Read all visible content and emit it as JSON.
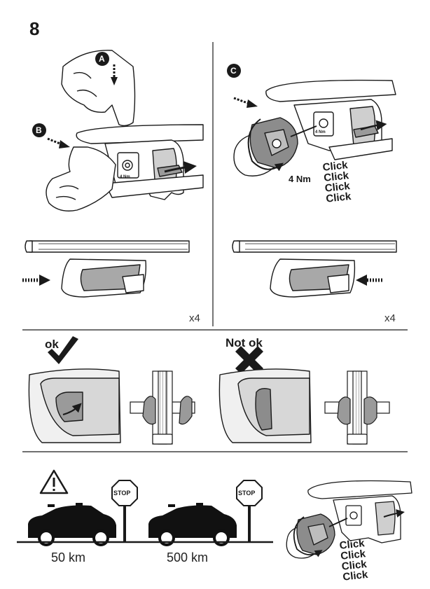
{
  "step_number": "8",
  "labels": {
    "a": "A",
    "b": "B",
    "c": "C"
  },
  "quantity_left": "x4",
  "quantity_right": "x4",
  "torque_label": "4 Nm",
  "bracket_torque_mark": "4 Nm",
  "click_words_top": [
    "Click",
    "Click",
    "Click",
    "Click"
  ],
  "click_words_bottom": [
    "Click",
    "Click",
    "Click",
    "Click"
  ],
  "ok_label": "ok",
  "not_ok_label": "Not ok",
  "stop_sign_text": "STOP",
  "distance_1": "50 km",
  "distance_2": "500 km",
  "colors": {
    "line": "#1a1a1a",
    "grey": "#bfbfbf",
    "dark_grey": "#7a7a7a",
    "car": "#111111",
    "stop_red_outline": "#1a1a1a"
  },
  "icons": [
    "warning-icon",
    "check-icon",
    "cross-icon",
    "stop-sign-icon",
    "car-silhouette-icon",
    "push-arrow-icon"
  ]
}
